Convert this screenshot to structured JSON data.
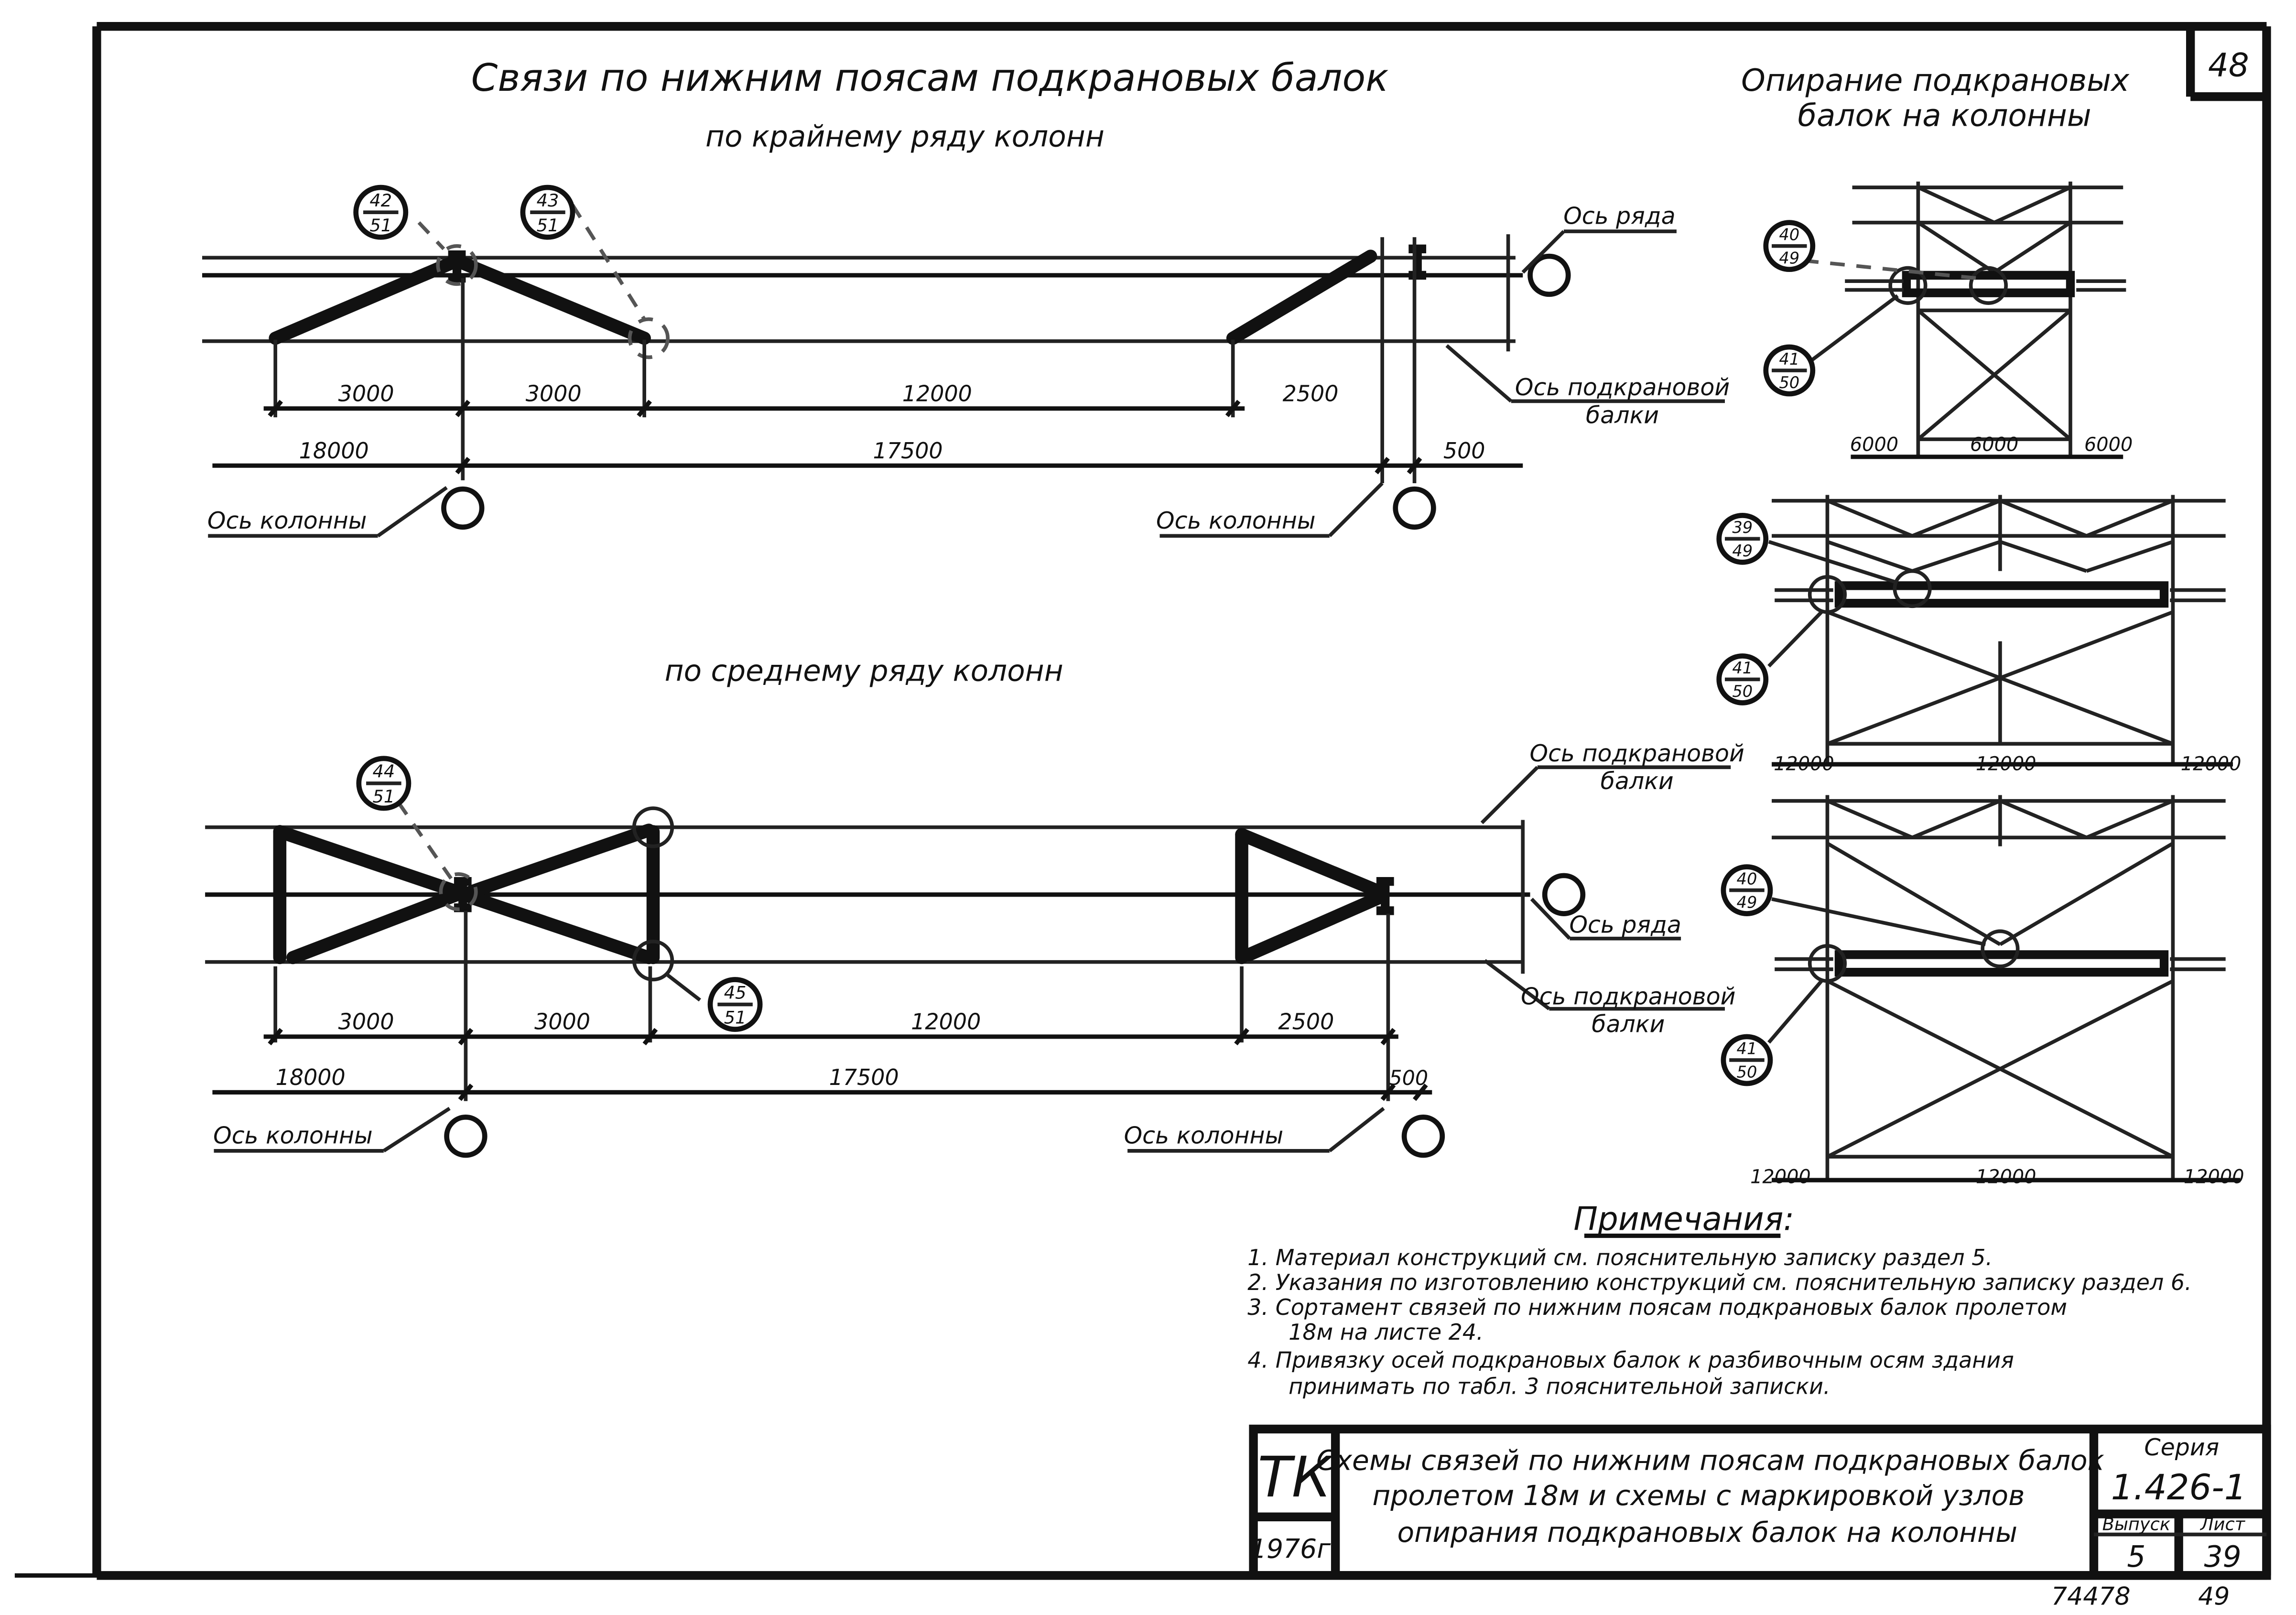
{
  "sheet_number": "48",
  "title_main": "Связи по нижним поясам подкрановых балок",
  "section_edge_row": "по крайнему ряду колонн",
  "section_middle_row": "по среднему ряду колонн",
  "title_support": "Опирание подкрановых балок на колонны",
  "labels": {
    "row_axis": "Ось ряда",
    "crane_axis_line1": "Ось подкрановой",
    "crane_axis_line2": "балки",
    "column_axis": "Ось колонны"
  },
  "markers": {
    "m42": [
      "42",
      "51"
    ],
    "m43": [
      "43",
      "51"
    ],
    "m44": [
      "44",
      "51"
    ],
    "m45": [
      "45",
      "51"
    ],
    "s1a": [
      "40",
      "49"
    ],
    "s1b": [
      "41",
      "50"
    ],
    "s2a": [
      "39",
      "49"
    ],
    "s2b": [
      "41",
      "50"
    ],
    "s3a": [
      "40",
      "49"
    ],
    "s3b": [
      "41",
      "50"
    ]
  },
  "dims_top_row1": [
    "3000",
    "3000",
    "12000",
    "2500"
  ],
  "dims_top_row2": [
    "18000",
    "17500",
    "500"
  ],
  "dims_bottom_row1": [
    "3000",
    "3000",
    "12000",
    "2500"
  ],
  "dims_bottom_row2": [
    "18000",
    "17500",
    "500"
  ],
  "support1_dims": [
    "6000",
    "6000",
    "6000"
  ],
  "support2_dims": [
    "12000",
    "12000",
    "12000"
  ],
  "support3_dims": [
    "12000",
    "12000",
    "12000"
  ],
  "notes_heading": "Примечания:",
  "notes": [
    "1. Материал конструкций см. пояснительную записку раздел 5.",
    "2. Указания по изготовлению конструкций см. пояснительную записку раздел 6.",
    "3. Сортамент связей по нижним поясам подкрановых балок пролетом",
    "18м на листе 24.",
    "4. Привязку осей подкрановых балок к разбивочным осям здания",
    "принимать по табл. 3 пояснительной записки."
  ],
  "title_block": {
    "org": "ТК",
    "year": "1976г.",
    "desc_line1": "Схемы связей по нижним поясам подкрановых балок",
    "desc_line2": "пролетом 18м и схемы с маркировкой узлов",
    "desc_line3": "опирания подкрановых балок на колонны",
    "series_label": "Серия",
    "series_value": "1.426-1",
    "issue_label": "Выпуск",
    "issue_value": "5",
    "sheet_label": "Лист",
    "sheet_value": "39"
  },
  "footer_numbers": [
    "74478",
    "49"
  ]
}
